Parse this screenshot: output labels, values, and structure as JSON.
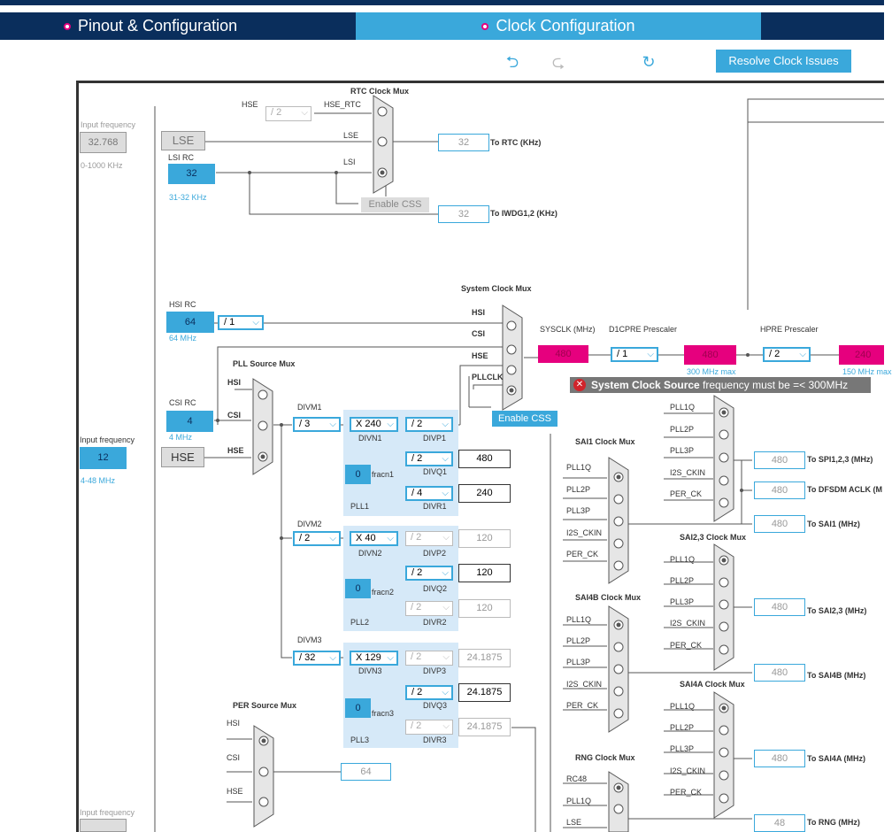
{
  "tabs": {
    "pinout": "Pinout & Configuration",
    "clock": "Clock Configuration"
  },
  "toolbar": {
    "resolve": "Resolve Clock Issues"
  },
  "rtc": {
    "title": "RTC Clock Mux",
    "hse": "HSE",
    "hse_div": "/ 2",
    "hse_rtc": "HSE_RTC",
    "lse": "LSE",
    "lsi": "LSI",
    "enable_css": "Enable CSS",
    "rtc_out": "32",
    "rtc_label": "To RTC (KHz)",
    "iwdg_out": "32",
    "iwdg_label": "To IWDG1,2 (KHz)"
  },
  "input_lse": {
    "label": "Input frequency",
    "value": "32.768",
    "range": "0-1000 KHz",
    "name": "LSE"
  },
  "lsi_rc": {
    "label": "LSI RC",
    "value": "32",
    "range": "31-32 KHz"
  },
  "hsi_rc": {
    "label": "HSI RC",
    "value": "64",
    "div": "/ 1",
    "range": "64 MHz"
  },
  "csi_rc": {
    "label": "CSI RC",
    "value": "4",
    "range": "4 MHz"
  },
  "input_hse": {
    "label": "Input frequency",
    "value": "12",
    "range": "4-48 MHz",
    "name": "HSE"
  },
  "sysmux": {
    "title": "System Clock Mux",
    "hsi": "HSI",
    "csi": "CSI",
    "hse": "HSE",
    "pllclk": "PLLCLK",
    "enable_css": "Enable CSS"
  },
  "pllmux": {
    "title": "PLL Source Mux",
    "hsi": "HSI",
    "csi": "CSI",
    "hse": "HSE"
  },
  "sysclk": {
    "label": "SYSCLK (MHz)",
    "value": "480",
    "d1cpre_label": "D1CPRE Prescaler",
    "d1cpre": "/ 1",
    "d1_value": "480",
    "d1_max": "300 MHz max",
    "hpre_label": "HPRE Prescaler",
    "hpre": "/ 2",
    "hpre_value": "240",
    "hpre_max": "150 MHz max"
  },
  "error": {
    "bold": "System Clock Source",
    "rest": " frequency must be =< 300MHz"
  },
  "pll1": {
    "divm_label": "DIVM1",
    "divm": "/ 3",
    "divn": "X 240",
    "divn_label": "DIVN1",
    "divp": "/ 2",
    "divp_label": "DIVP1",
    "divq": "/ 2",
    "divq_label": "DIVQ1",
    "divq_value": "480",
    "divr": "/ 4",
    "divr_label": "DIVR1",
    "divr_value": "240",
    "fracn": "0",
    "fracn_label": "fracn1",
    "name": "PLL1"
  },
  "pll2": {
    "divm_label": "DIVM2",
    "divm": "/ 2",
    "divn": "X 40",
    "divn_label": "DIVN2",
    "divp": "/ 2",
    "divp_label": "DIVP2",
    "divp_value": "120",
    "divq": "/ 2",
    "divq_label": "DIVQ2",
    "divq_value": "120",
    "divr": "/ 2",
    "divr_label": "DIVR2",
    "divr_value": "120",
    "fracn": "0",
    "fracn_label": "fracn2",
    "name": "PLL2"
  },
  "pll3": {
    "divm_label": "DIVM3",
    "divm": "/ 32",
    "divn": "X 129",
    "divn_label": "DIVN3",
    "divp": "/ 2",
    "divp_label": "DIVP3",
    "divp_value": "24.1875",
    "divq": "/ 2",
    "divq_label": "DIVQ3",
    "divq_value": "24.1875",
    "divr": "/ 2",
    "divr_label": "DIVR3",
    "divr_value": "24.1875",
    "fracn": "0",
    "fracn_label": "fracn3",
    "name": "PLL3"
  },
  "per_mux": {
    "title": "PER Source Mux",
    "hsi": "HSI",
    "csi": "CSI",
    "hse": "HSE",
    "out": "64",
    "input_label": "Input frequency"
  },
  "sai1": {
    "title": "SAI1 Clock Mux",
    "inputs": [
      "PLL1Q",
      "PLL2P",
      "PLL3P",
      "I2S_CKIN",
      "PER_CK"
    ]
  },
  "sai4b": {
    "title": "SAI4B Clock Mux",
    "inputs": [
      "PLL1Q",
      "PLL2P",
      "PLL3P",
      "I2S_CKIN",
      "PER_CK"
    ]
  },
  "rng": {
    "title": "RNG Clock Mux",
    "inputs": [
      "RC48",
      "PLL1Q",
      "LSE"
    ]
  },
  "spi": {
    "inputs": [
      "PLL1Q",
      "PLL2P",
      "PLL3P",
      "I2S_CKIN",
      "PER_CK"
    ],
    "outputs": [
      {
        "value": "480",
        "label": "To SPI1,2,3 (MHz)"
      },
      {
        "value": "480",
        "label": "To DFSDM ACLK (M"
      },
      {
        "value": "480",
        "label": "To SAI1 (MHz)"
      }
    ]
  },
  "sai23": {
    "title": "SAI2,3 Clock Mux",
    "inputs": [
      "PLL1Q",
      "PLL2P",
      "PLL3P",
      "I2S_CKIN",
      "PER_CK"
    ],
    "out": "480",
    "out_label": "To SAI2,3 (MHz)"
  },
  "sai4b_out": {
    "value": "480",
    "label": "To SAI4B (MHz)"
  },
  "sai4a": {
    "title": "SAI4A Clock Mux",
    "inputs": [
      "PLL1Q",
      "PLL2P",
      "PLL3P",
      "I2S_CKIN",
      "PER_CK"
    ],
    "out": "480",
    "out_label": "To SAI4A (MHz)"
  },
  "rng_out": {
    "value": "48",
    "label": "To RNG (MHz)"
  }
}
